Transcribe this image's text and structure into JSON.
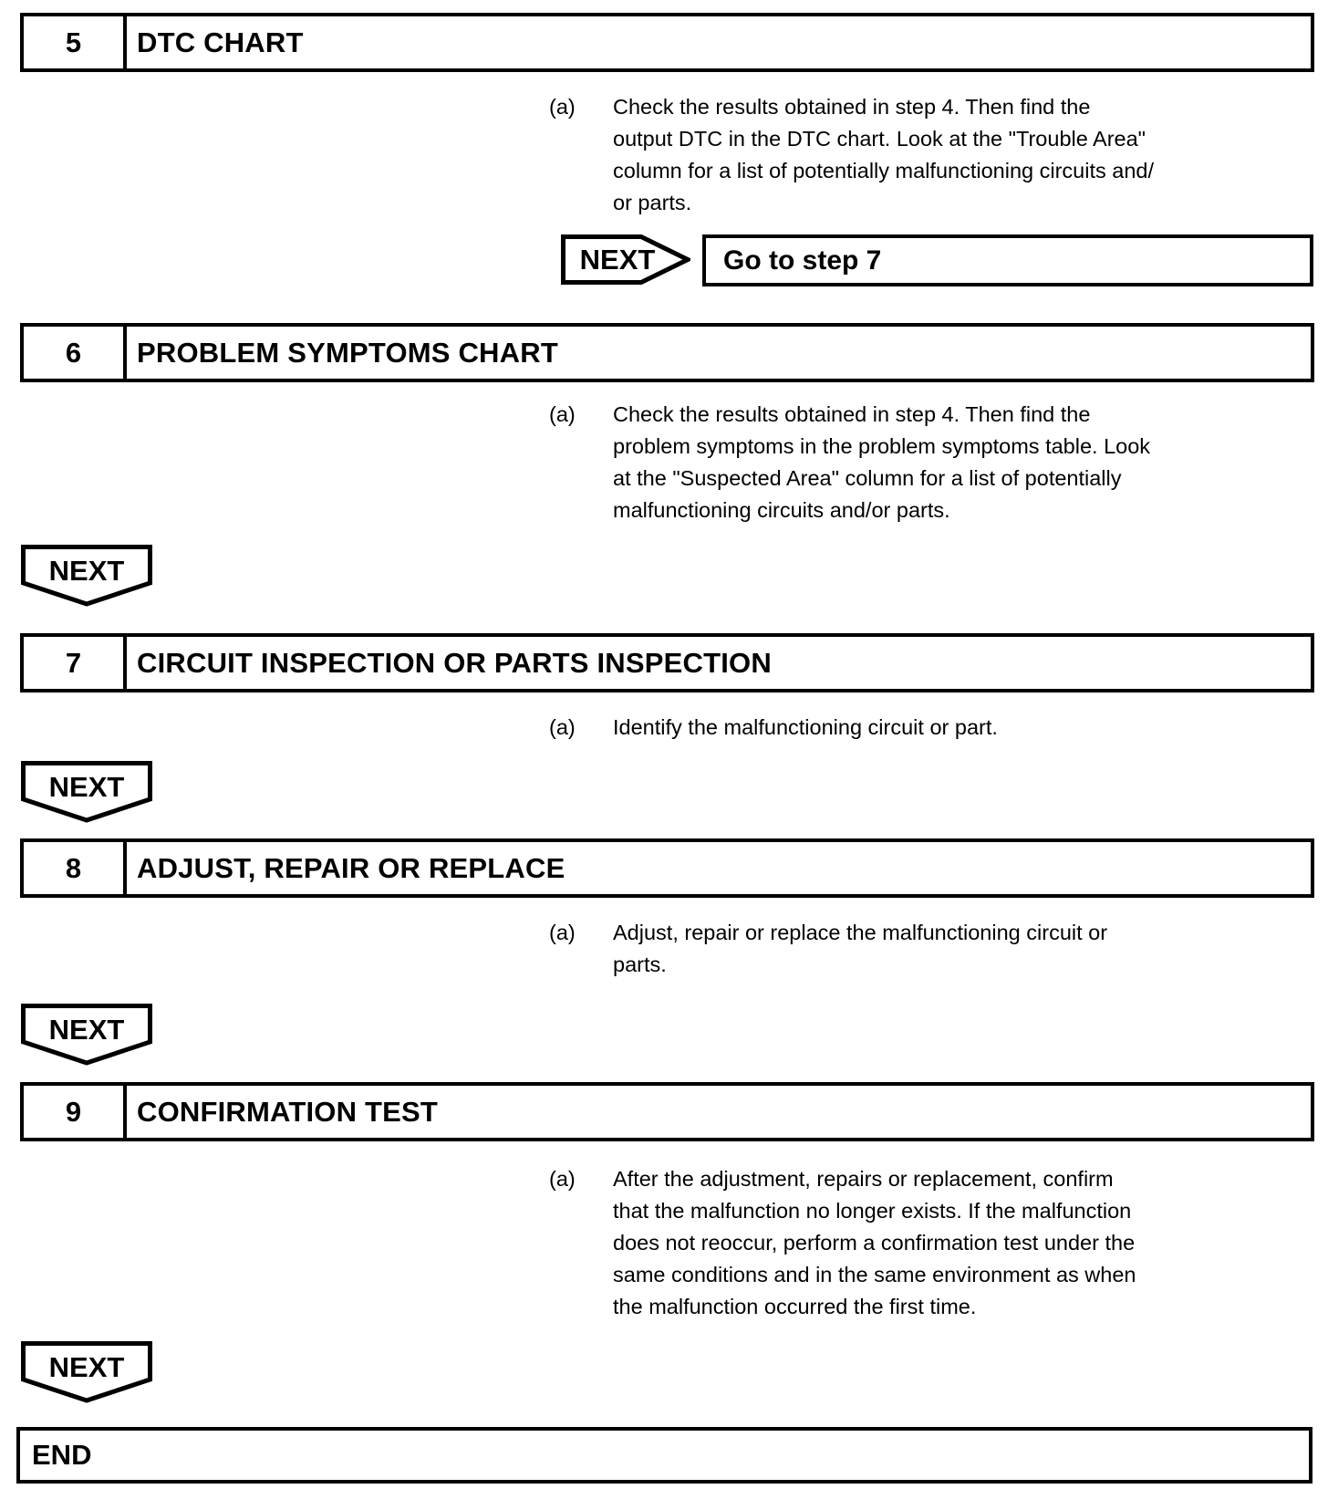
{
  "steps": [
    {
      "number": "5",
      "title": "DTC CHART",
      "para_label": "(a)",
      "para_lines": [
        "Check the results obtained in step 4. Then find the",
        "output DTC in the DTC chart. Look at the \"Trouble Area\"",
        "column for a list of potentially malfunctioning circuits and/",
        "or parts."
      ],
      "next_label": "NEXT",
      "next_target": "Go to step 7"
    },
    {
      "number": "6",
      "title": "PROBLEM SYMPTOMS CHART",
      "para_label": "(a)",
      "para_lines": [
        "Check the results obtained in step 4. Then find the",
        "problem symptoms in the problem symptoms table. Look",
        "at the \"Suspected Area\" column for a list of potentially",
        "malfunctioning circuits and/or parts."
      ],
      "next_label": "NEXT"
    },
    {
      "number": "7",
      "title": "CIRCUIT INSPECTION OR PARTS INSPECTION",
      "para_label": "(a)",
      "para_lines": [
        "Identify the malfunctioning circuit or part."
      ],
      "next_label": "NEXT"
    },
    {
      "number": "8",
      "title": "ADJUST, REPAIR OR REPLACE",
      "para_label": "(a)",
      "para_lines": [
        "Adjust, repair or replace the malfunctioning circuit or",
        "parts."
      ],
      "next_label": "NEXT"
    },
    {
      "number": "9",
      "title": "CONFIRMATION TEST",
      "para_label": "(a)",
      "para_lines": [
        "After the adjustment, repairs or replacement, confirm",
        "that the malfunction no longer exists. If the malfunction",
        "does not reoccur, perform a confirmation test under the",
        "same conditions and in the same environment as when",
        "the malfunction occurred the first time."
      ],
      "next_label": "NEXT"
    }
  ],
  "end_label": "END",
  "colors": {
    "ink": "#000000",
    "paper": "#ffffff"
  }
}
